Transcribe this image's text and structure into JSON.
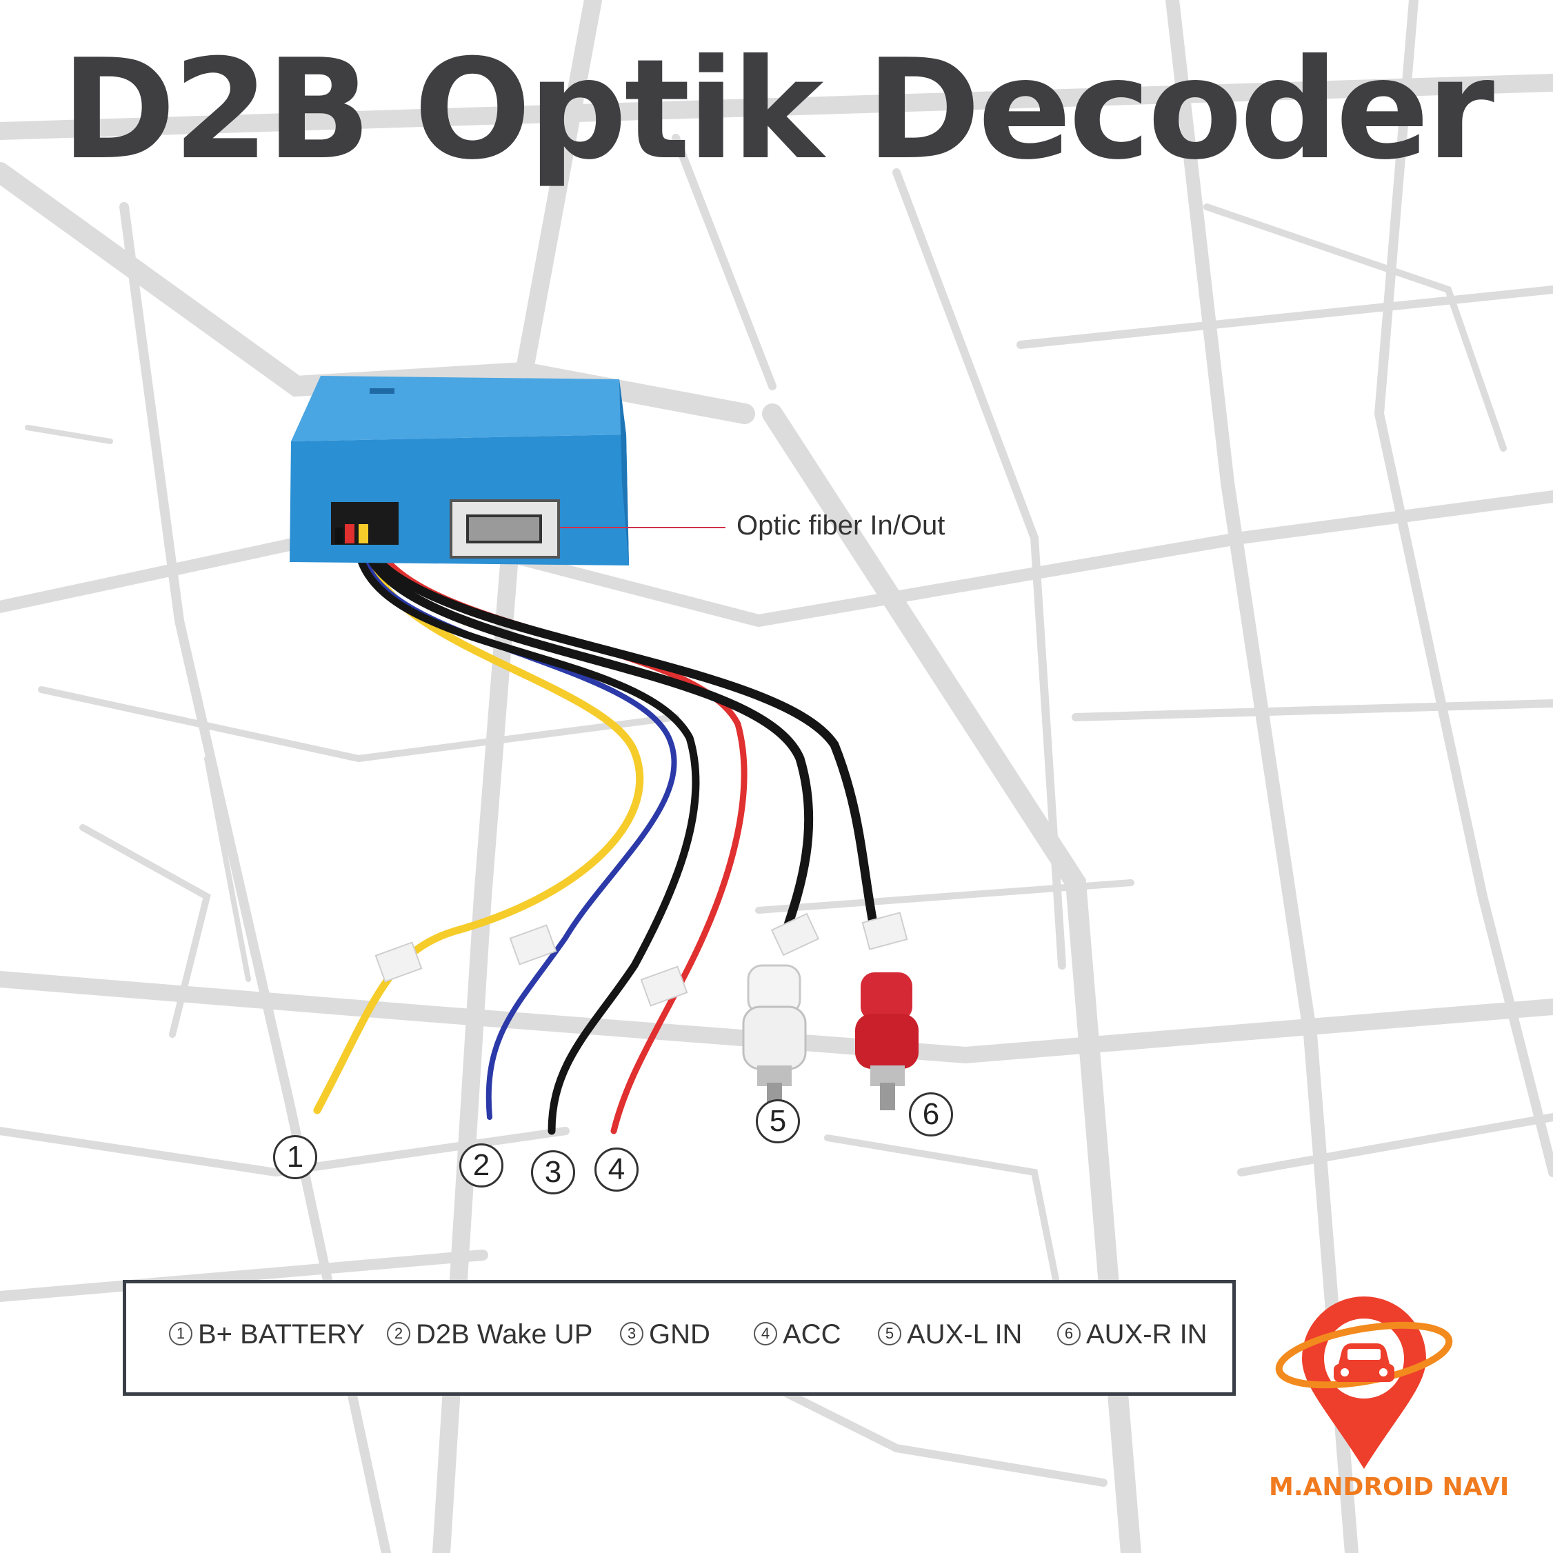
{
  "title": "D2B Optik Decoder",
  "optic_label": "Optic fiber In/Out",
  "wire_numbers": [
    "1",
    "2",
    "3",
    "4",
    "5",
    "6"
  ],
  "legend": [
    {
      "num": "1",
      "label": "B+ BATTERY"
    },
    {
      "num": "2",
      "label": "D2B Wake UP"
    },
    {
      "num": "3",
      "label": "GND"
    },
    {
      "num": "4",
      "label": "ACC"
    },
    {
      "num": "5",
      "label": "AUX-L IN"
    },
    {
      "num": "6",
      "label": "AUX-R IN"
    }
  ],
  "brand": {
    "name": "M.ANDROID NAVI",
    "logo": "car-location-pin-logo"
  },
  "colors": {
    "title": "#3f3f41",
    "box": "#2b8fd3",
    "wire_yellow": "#f5cc2a",
    "wire_blue": "#2b3aa8",
    "wire_black": "#151515",
    "wire_red": "#e03030",
    "rca_red": "#d0202c",
    "brand": "#f07a1f",
    "map_lines": "#dadada"
  }
}
